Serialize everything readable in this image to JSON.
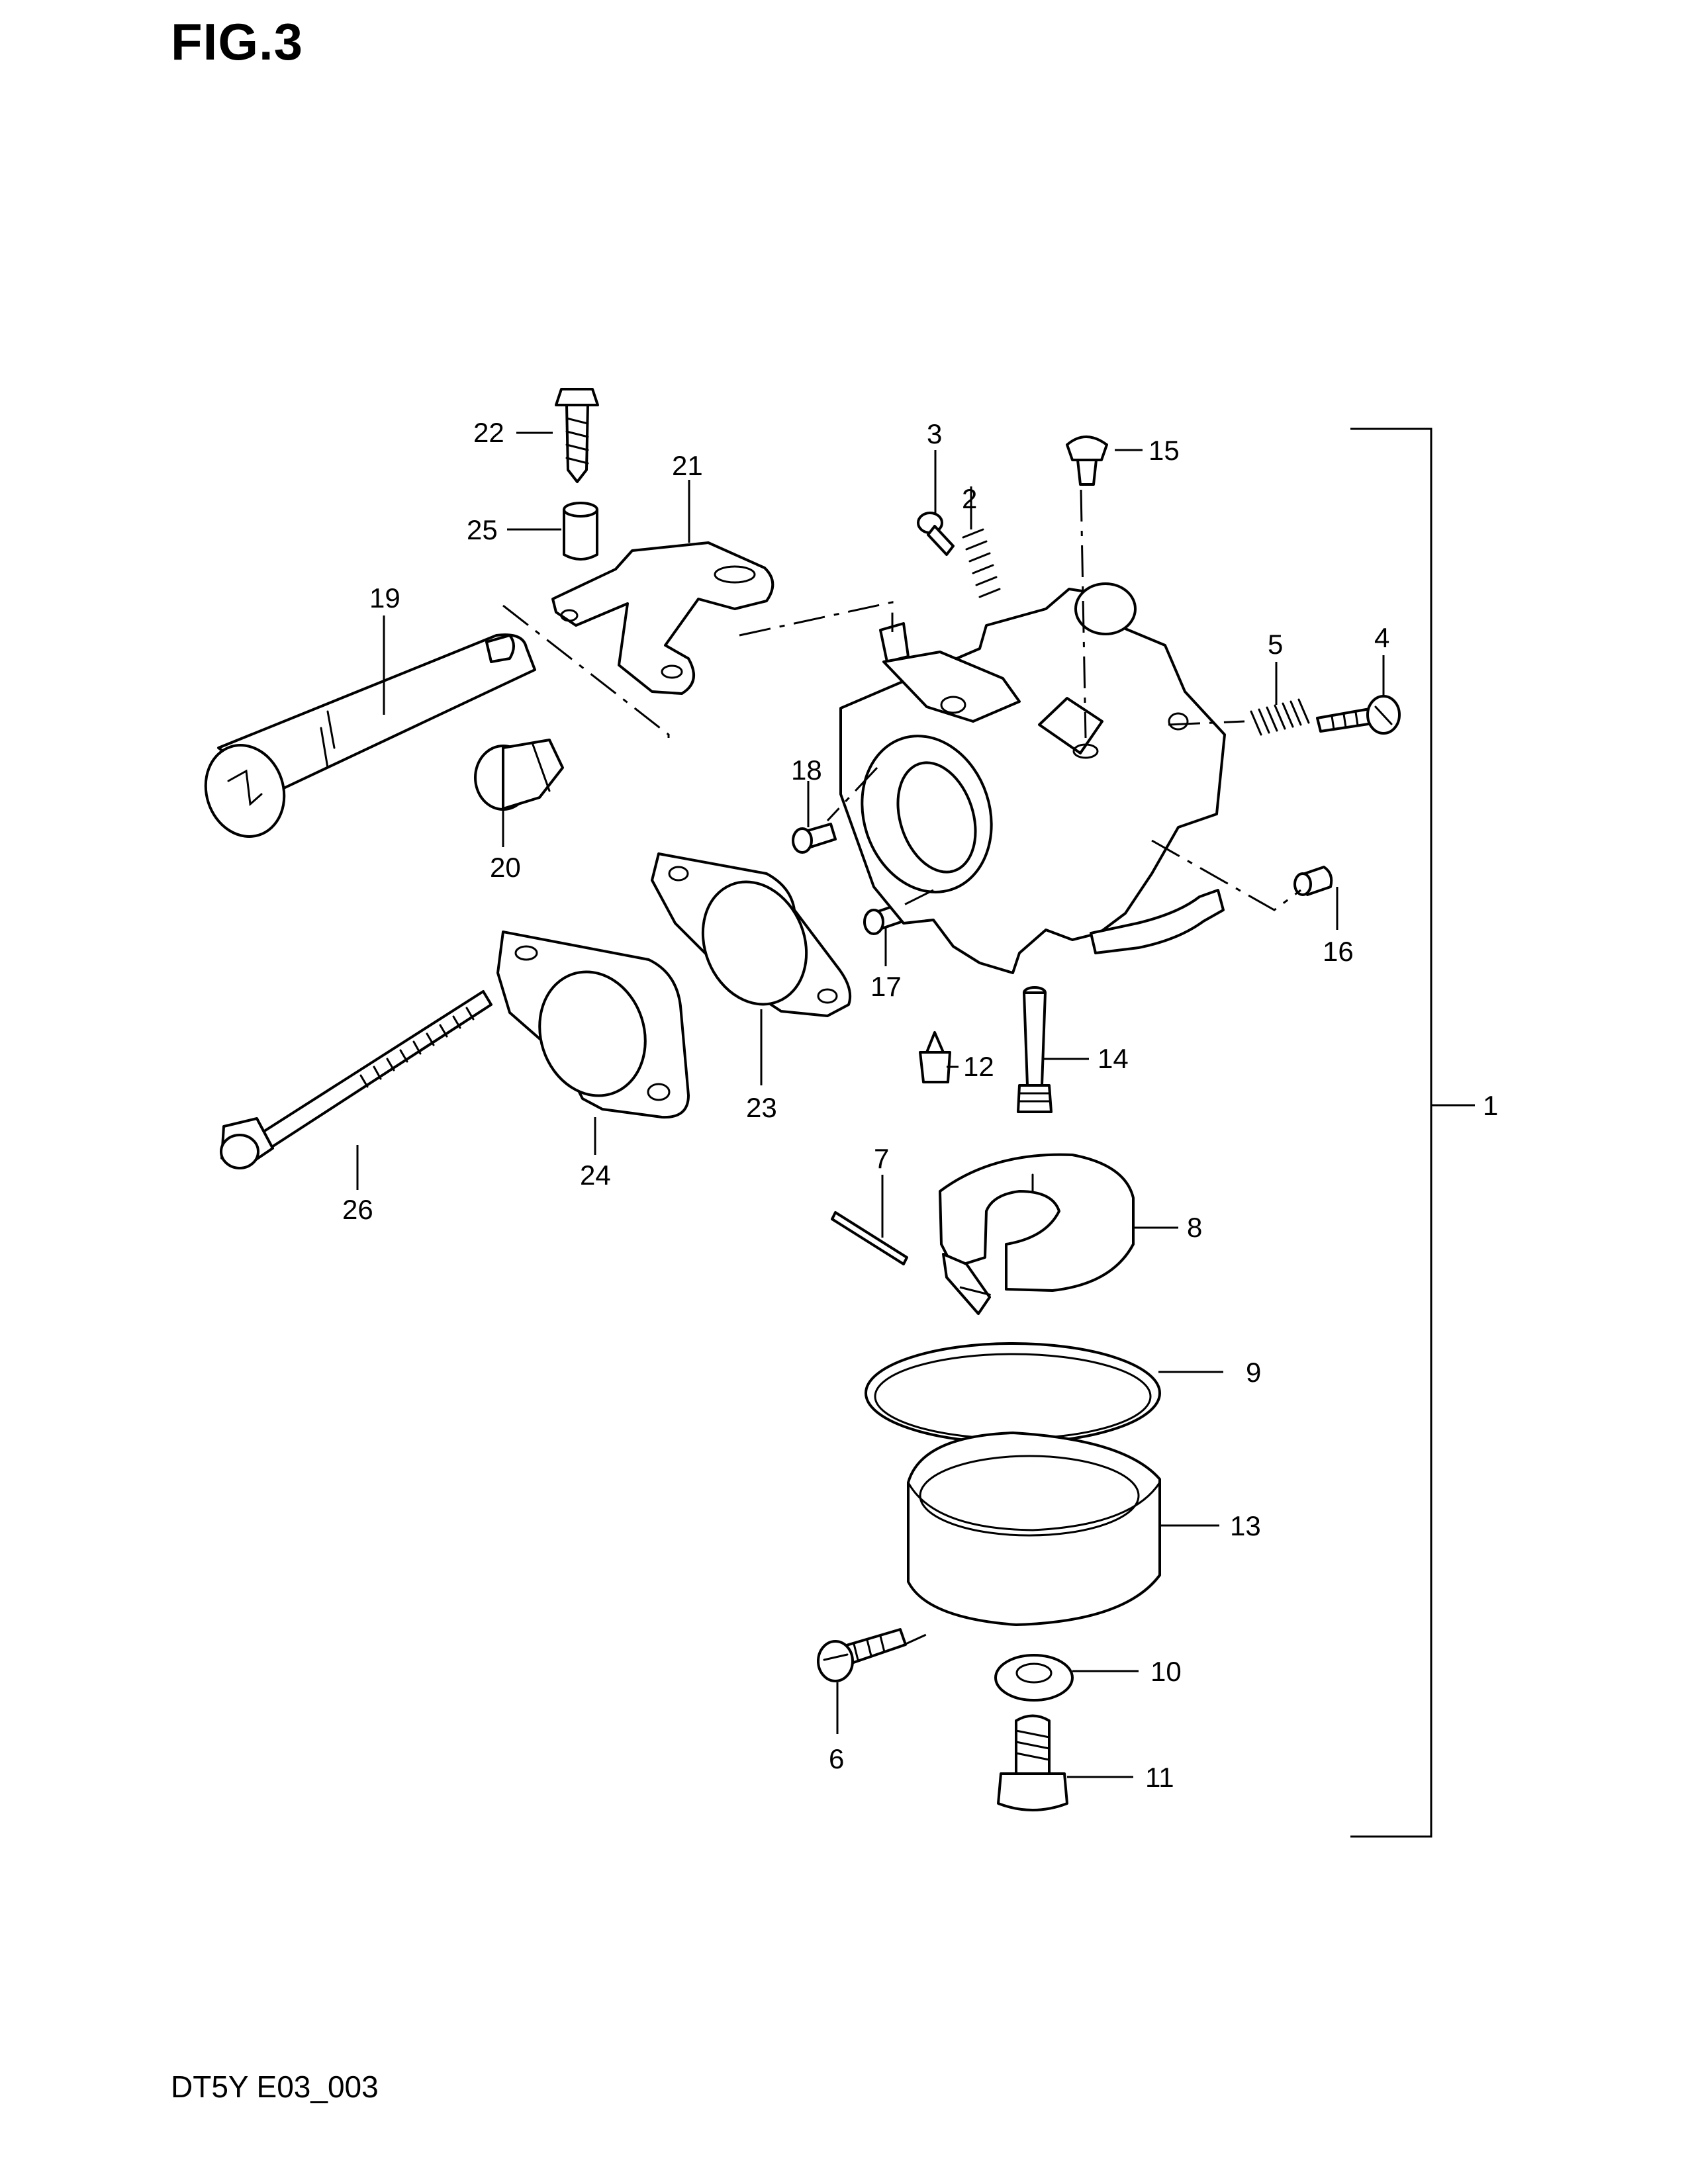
{
  "figure": {
    "title": "FIG.3",
    "code": "DT5Y E03_003"
  },
  "callouts": {
    "c1": "1",
    "c2": "2",
    "c3": "3",
    "c4": "4",
    "c5": "5",
    "c6": "6",
    "c7": "7",
    "c8": "8",
    "c9": "9",
    "c10": "10",
    "c11": "11",
    "c12": "12",
    "c13": "13",
    "c14": "14",
    "c15": "15",
    "c16": "16",
    "c17": "17",
    "c18": "18",
    "c19": "19",
    "c20": "20",
    "c21": "21",
    "c22": "22",
    "c23": "23",
    "c24": "24",
    "c25": "25",
    "c26": "26"
  }
}
